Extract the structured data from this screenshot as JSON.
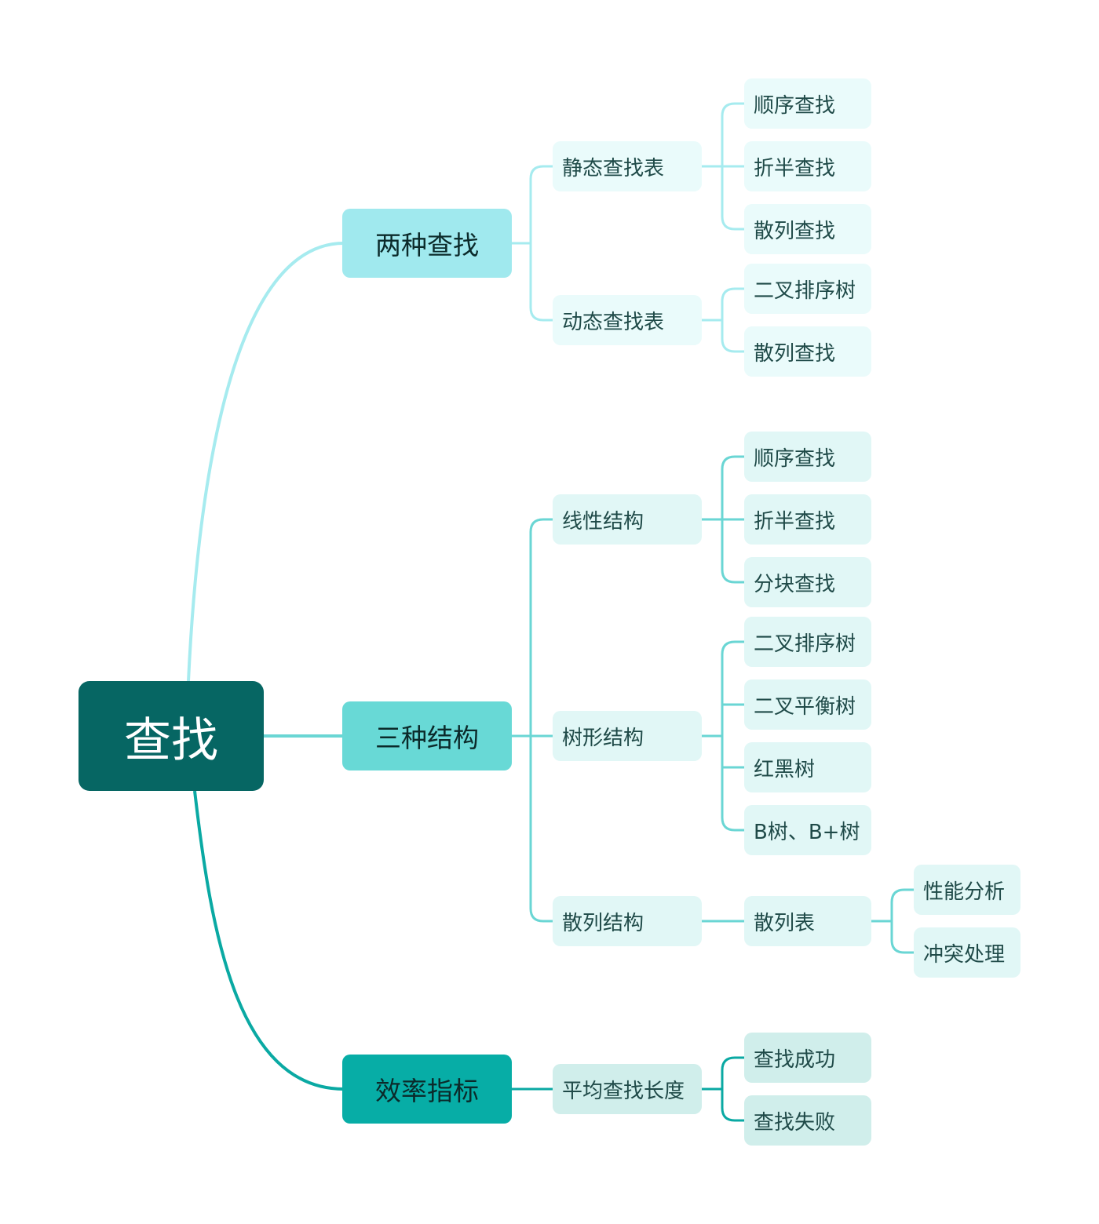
{
  "colors": {
    "background": "#ffffff",
    "root_fill": "#066663",
    "branch0_fill": "#a0e9ee",
    "branch0_line": "#a6ebef",
    "branch1_fill": "#68d9d6",
    "branch1_line": "#6ad6d4",
    "branch2_fill": "#07ada6",
    "branch2_line": "#0aa9a3"
  },
  "root": {
    "label": "查找"
  },
  "branches": [
    {
      "label": "两种查找",
      "children": [
        {
          "label": "静态查找表",
          "children": [
            {
              "label": "顺序查找"
            },
            {
              "label": "折半查找"
            },
            {
              "label": "散列查找"
            }
          ]
        },
        {
          "label": "动态查找表",
          "children": [
            {
              "label": "二叉排序树"
            },
            {
              "label": "散列查找"
            }
          ]
        }
      ]
    },
    {
      "label": "三种结构",
      "children": [
        {
          "label": "线性结构",
          "children": [
            {
              "label": "顺序查找"
            },
            {
              "label": "折半查找"
            },
            {
              "label": "分块查找"
            }
          ]
        },
        {
          "label": "树形结构",
          "children": [
            {
              "label": "二叉排序树"
            },
            {
              "label": "二叉平衡树"
            },
            {
              "label": "红黑树"
            },
            {
              "label": "B树、B+树"
            }
          ]
        },
        {
          "label": "散列结构",
          "children": [
            {
              "label": "散列表",
              "children": [
                {
                  "label": "性能分析"
                },
                {
                  "label": "冲突处理"
                }
              ]
            }
          ]
        }
      ]
    },
    {
      "label": "效率指标",
      "children": [
        {
          "label": "平均查找长度",
          "children": [
            {
              "label": "查找成功"
            },
            {
              "label": "查找失败"
            }
          ]
        }
      ]
    }
  ]
}
